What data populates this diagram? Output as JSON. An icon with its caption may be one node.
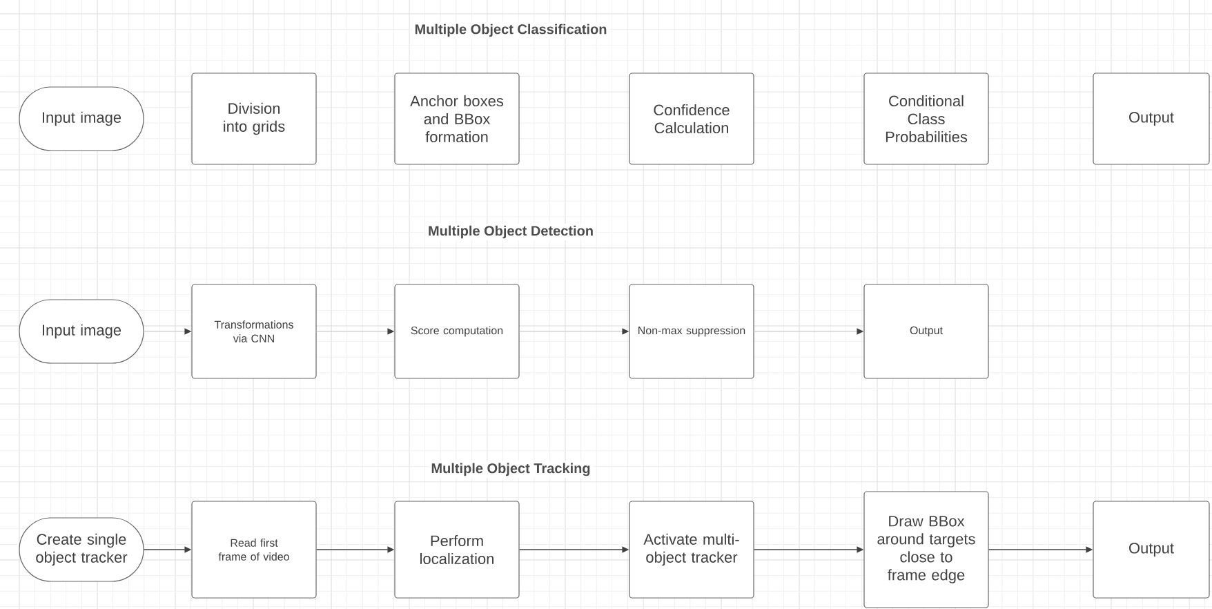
{
  "diagram": {
    "nodes": [
      {
        "text": [
          "Input image"
        ]
      },
      {
        "text": [
          "Division into grids"
        ]
      },
      {
        "text": [
          "Anchor boxes and BBox formation"
        ]
      },
      {
        "text": [
          "Confidence Calculation"
        ]
      },
      {
        "text": [
          "Conditional Class Probabilities"
        ]
      },
      {
        "text": [
          "Output"
        ]
      },
      {
        "text": [
          "Input image"
        ]
      },
      {
        "text": [
          "Transformations via CNN"
        ]
      },
      {
        "text": [
          "Score computation"
        ]
      },
      {
        "text": [
          "Non-max suppression"
        ]
      },
      {
        "text": [
          "Output"
        ]
      },
      {
        "text": [
          "Create single object tracker"
        ]
      },
      {
        "text": [
          "Read first frame of video"
        ]
      },
      {
        "text": [
          "Perform localization"
        ]
      },
      {
        "text": [
          "Activate multi-object tracker"
        ]
      },
      {
        "text": [
          "Draw BBox around targets close to frame edge"
        ]
      },
      {
        "text": [
          "Output"
        ]
      }
    ],
    "edges": [
      {
        "from": 6,
        "to": 7,
        "arrow": "to",
        "color": "#d4d4d4"
      },
      {
        "from": 7,
        "to": 8,
        "arrow": "to",
        "color": "#d4d4d4"
      },
      {
        "from": 8,
        "to": 9,
        "arrow": "to",
        "color": "#d4d4d4"
      },
      {
        "from": 9,
        "to": 10,
        "arrow": "to",
        "color": "#d4d4d4"
      },
      {
        "from": 11,
        "to": 12,
        "arrow": "to"
      },
      {
        "from": 12,
        "to": 13,
        "arrow": "to"
      },
      {
        "from": 13,
        "to": 14,
        "arrow": "to"
      },
      {
        "from": 14,
        "to": 15,
        "arrow": "to"
      },
      {
        "from": 15,
        "to": 16,
        "arrow": "to"
      }
    ],
    "labels": [
      "Multiple Object Classification",
      "Multiple Object Detection",
      "Multiple Object Tracking"
    ]
  }
}
